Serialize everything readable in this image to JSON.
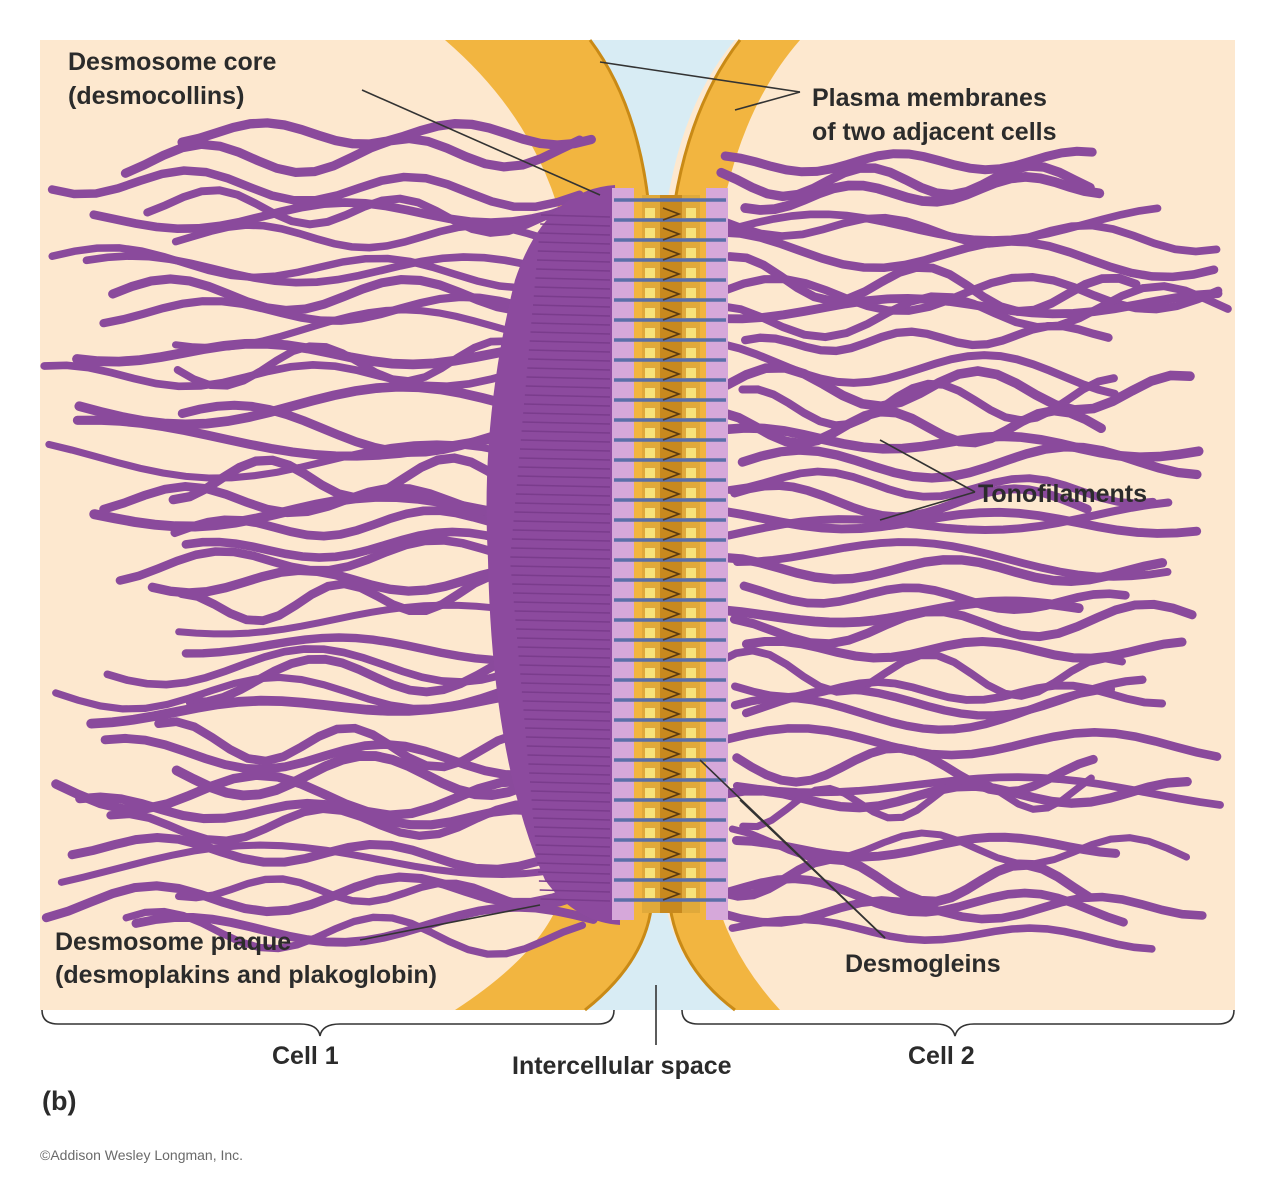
{
  "labels": {
    "desmosome_core_1": "Desmosome core",
    "desmosome_core_2": "(desmocollins)",
    "plasma_membranes_1": "Plasma membranes",
    "plasma_membranes_2": "of two adjacent cells",
    "tonofilaments": "Tonofilaments",
    "desmosome_plaque_1": "Desmosome plaque",
    "desmosome_plaque_2": "(desmoplakins and plakoglobin)",
    "desmogleins": "Desmogleins",
    "cell_1": "Cell 1",
    "intercellular_space": "Intercellular space",
    "cell_2": "Cell 2",
    "panel": "(b)",
    "copyright": "©Addison Wesley Longman, Inc."
  },
  "colors": {
    "background": "#fde8cf",
    "membrane": "#f2b540",
    "gap": "#d8ecf4",
    "filament": "#8a4a9c",
    "plaque": "#8c4a9e",
    "linker_pink": "#d6a8da",
    "linker_blue": "#5b6fa8",
    "core_yellow": "#f7e27a",
    "leader": "#333333"
  }
}
